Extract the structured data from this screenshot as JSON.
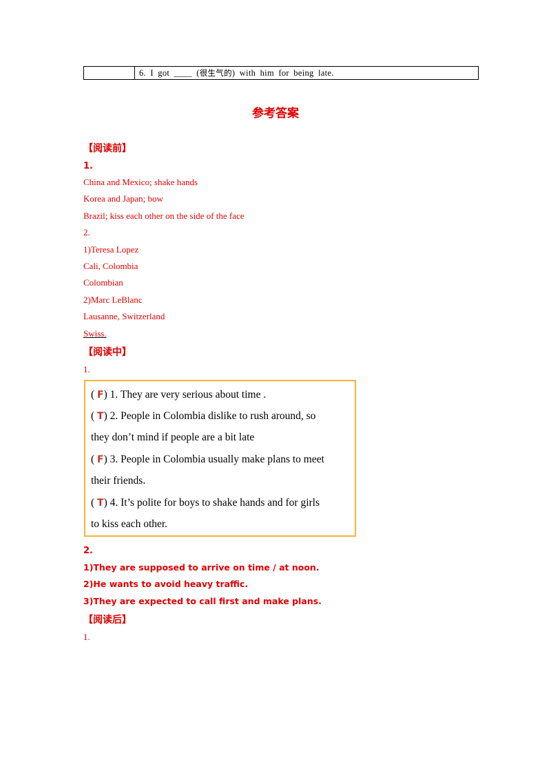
{
  "table": {
    "row_text_before": "6.  I  got  ____  (",
    "row_cjk": "很生气的",
    "row_text_after": ")  with  him  for  being  late."
  },
  "title": "参考答案",
  "pre_reading": {
    "heading": "【阅读前】",
    "q1_number": "1.",
    "q1_lines": [
      "China and Mexico;  shake hands",
      "Korea and Japan; bow",
      "Brazil;  kiss each other on the side of the face"
    ],
    "q2_number": "2.",
    "q2_lines": [
      "1)Teresa Lopez",
      "Cali, Colombia",
      "Colombian",
      "2)Marc LeBlanc",
      "Lausanne, Switzerland",
      "Swiss."
    ]
  },
  "while_reading": {
    "heading": "【阅读中】",
    "q1_number": "1.",
    "box": {
      "lines": [
        {
          "open": "( ",
          "mark": "F",
          "text": ") 1. They are very serious about time ."
        },
        {
          "open": "( ",
          "mark": "T",
          "text": ") 2. People in Colombia dislike to rush around, so"
        },
        {
          "open": "",
          "mark": "",
          "text": "they don’t mind  if people are a bit late"
        },
        {
          "open": "( ",
          "mark": "F",
          "text": ") 3. People in Colombia usually make plans to meet"
        },
        {
          "open": "",
          "mark": "",
          "text": "their friends."
        },
        {
          "open": "( ",
          "mark": "T",
          "text": ") 4. It’s polite for boys to shake hands and for girls"
        },
        {
          "open": "",
          "mark": "",
          "text": "to kiss each other."
        }
      ]
    },
    "q2_number": "2.",
    "q2_lines": [
      "1)They are supposed to arrive on time / at noon.",
      "2)He wants to avoid heavy traffic.",
      "3)They are expected to call first and make plans."
    ]
  },
  "post_reading": {
    "heading": "【阅读后】",
    "q1_number": "1."
  }
}
